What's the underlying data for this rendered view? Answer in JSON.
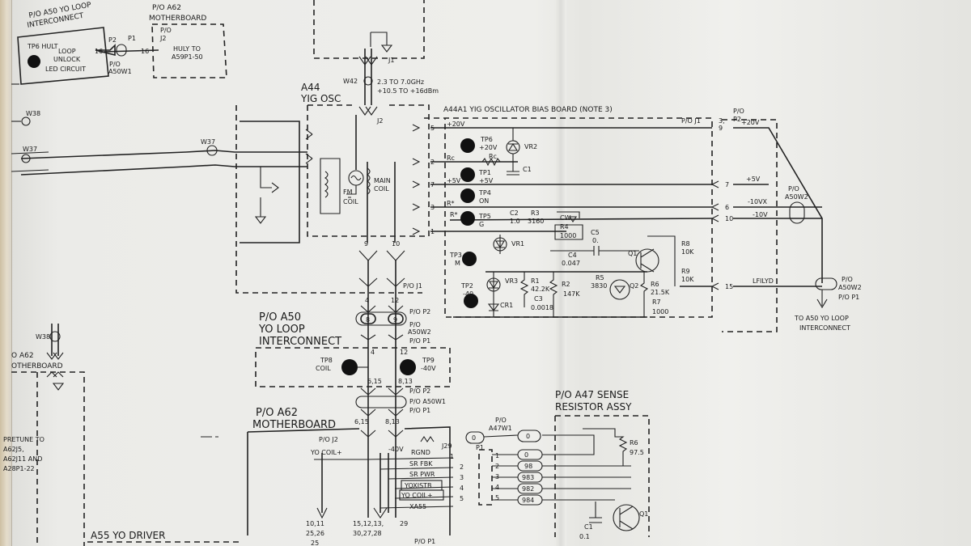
{
  "labels": {
    "a50_interconnect_top": [
      "P/O A50 YO LOOP",
      "INTERCONNECT"
    ],
    "a62_motherboard_top": [
      "P/O A62",
      "MOTHERBOARD"
    ],
    "loop_unlock": [
      "LOOP",
      "UNLOCK",
      "LED CIRCUIT"
    ],
    "tp6_hult": "TP6 HULT",
    "p2": "P2",
    "p1": "P1",
    "po_a50w1": [
      "P/O",
      "A50W1"
    ],
    "po_j2": [
      "P/O",
      "J2"
    ],
    "huly_to": [
      "HULY TO",
      "A59P1-50"
    ],
    "j1": "J1",
    "w42": "W42",
    "freq": [
      "2.3 TO 7.0GHz",
      "+10.5 TO +16dBm"
    ],
    "a44_title": [
      "A44",
      "YIG OSC"
    ],
    "j2": "J2",
    "fm_coil": [
      "FM",
      "COIL"
    ],
    "main_coil": [
      "MAIN",
      "COIL"
    ],
    "bias_board": "A44A1 YIG OSCILLATOR BIAS BOARD (NOTE 3)",
    "po_j1_top": "P/O J1",
    "po_p2_top": [
      "P/O",
      "P2"
    ],
    "w37": "W37",
    "w38": "W38",
    "v20_top": "+20V",
    "tp6": [
      "TP6",
      "+20V"
    ],
    "vr2": "VR2",
    "rc_left": "Rc",
    "rc_res": "Rc",
    "c1": "C1",
    "tp1": [
      "TP1",
      "+5V"
    ],
    "v5_left": "+5V",
    "tp4": [
      "TP4",
      "ON"
    ],
    "rstar": "R*",
    "rstar2": "R*",
    "tp5": [
      "TP5",
      "G"
    ],
    "c2": [
      "C2",
      "1.0"
    ],
    "r3": [
      "R3",
      "3160"
    ],
    "cw": "CW",
    "r4": [
      "R4",
      "1000"
    ],
    "c5": [
      "C5",
      "0."
    ],
    "vr1": "VR1",
    "c4": [
      "C4",
      "0.047"
    ],
    "q1": "Q1",
    "r8": [
      "R8",
      "10K"
    ],
    "r9": [
      "R9",
      "10K"
    ],
    "r5": [
      "R5",
      "3830"
    ],
    "tp3": [
      "TP3",
      "M"
    ],
    "vr3": "VR3",
    "r1": [
      "R1",
      "42.2K"
    ],
    "r2": [
      "R2",
      "147K"
    ],
    "q2": "Q2",
    "r6": [
      "R6",
      "21.5K"
    ],
    "r7": [
      "R7",
      "1000"
    ],
    "tp2": [
      "TP2",
      "-40"
    ],
    "cr1": "CR1",
    "c3": [
      "C3",
      "0.0018"
    ],
    "lfilyd": "LFILYD",
    "v5": "+5V",
    "v10vx": "-10VX",
    "v10v": "-10V",
    "v20_right": "+20V",
    "po_a50w2_right": [
      "P/O",
      "A50W2"
    ],
    "po_a50w2_right2": [
      "P/O",
      "A50W2"
    ],
    "po_p1_right": "P/O P1",
    "to_a50": [
      "TO A50 YO LOOP",
      "INTERCONNECT"
    ],
    "po_j1_mid": "P/O J1",
    "po_p2_mid": "P/O P2",
    "po_a50w2_mid": [
      "P/O",
      "A50W2"
    ],
    "po_p1_mid": "P/O P1",
    "a50_interconnect_mid": [
      "P/O A50",
      "YO LOOP",
      "INTERCONNECT"
    ],
    "tp8": [
      "TP8",
      "COIL"
    ],
    "tp9": [
      "TP9",
      "-40V"
    ],
    "po_p2_low": "P/O P2",
    "po_a50w1_low": "P/O A50W1",
    "po_p1_low": "P/O P1",
    "a62_motherboard_low": [
      "P/O A62",
      "MOTHERBOARD"
    ],
    "po_j2_low": "P/O J2",
    "yo_coil_plus": "YO COIL+",
    "v40": "-40V",
    "rgnd": "RGND",
    "j29": "J29",
    "sr_fbk": "SR FBK",
    "sr_pwr": "SR PWR",
    "yoxistb": "YOXISTB",
    "yo_coil_plus2": "YO COIL+",
    "xa55": "XA55",
    "po_a47w1": [
      "P/O",
      "A47W1"
    ],
    "p1_low": "P1",
    "a47_title": [
      "P/O A47 SENSE",
      "RESISTOR ASSY"
    ],
    "r6_low": [
      "R6",
      "97.5"
    ],
    "q1_low": "Q1",
    "c1_low": [
      "C1",
      "0.1"
    ],
    "a55": "A55 YO DRIVER",
    "a62_left": [
      "O A62",
      "OTHERBOARD"
    ],
    "pretune": [
      "PRETUNE TO",
      "A62J5,",
      "A62J11 AND",
      "A28P1-22"
    ],
    "po_p1_bottom": "P/O P1"
  },
  "pins_right": [
    "5",
    "2",
    "7",
    "3",
    "1",
    "6",
    "10",
    "15",
    "9",
    "3,"
  ],
  "pins_left": [
    "5",
    "2",
    "7",
    "3",
    "1"
  ],
  "pin_nums_bottom": [
    "9",
    "10",
    "4",
    "12",
    "8",
    "9"
  ],
  "connector_nums": [
    "6,15",
    "8,13",
    "6,15",
    "8,13",
    "10,11",
    "25,26",
    "15,12,13,",
    "30,27,28",
    "29",
    "25",
    "4",
    "12"
  ],
  "wires": [
    "0",
    "98",
    "983",
    "982",
    "984"
  ],
  "j29_pins": [
    "1",
    "2",
    "3",
    "4",
    "5"
  ],
  "p1_pins": [
    "1",
    "2",
    "3",
    "4",
    "5"
  ],
  "sense_values": [
    "0",
    "0"
  ],
  "misc": [
    "16",
    "16",
    "1",
    "2",
    "1"
  ]
}
